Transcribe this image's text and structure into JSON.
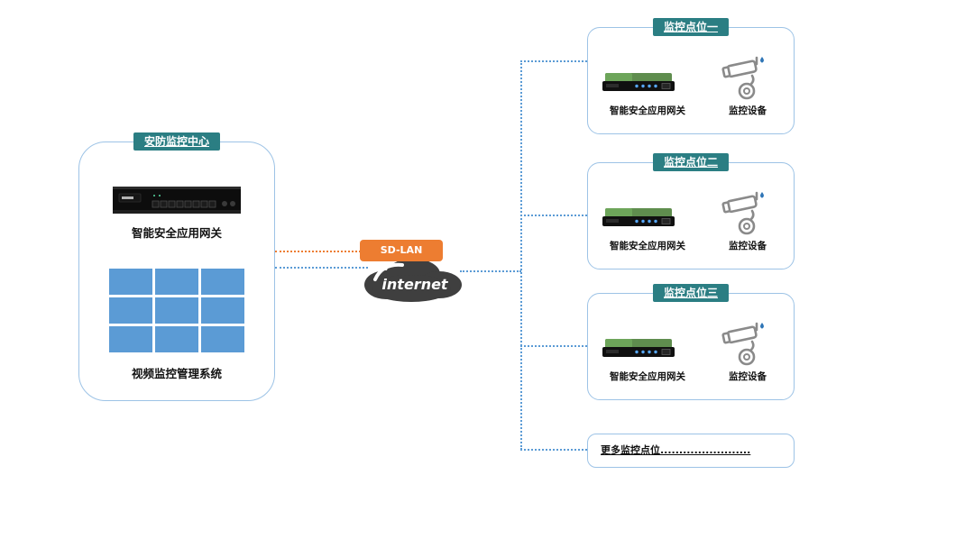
{
  "center": {
    "title": "安防监控中心",
    "gateway_label": "智能安全应用网关",
    "system_label": "视频监控管理系统"
  },
  "network": {
    "sdlan": "SD-LAN",
    "internet": "internet"
  },
  "sites": [
    {
      "title": "监控点位一",
      "gateway_label": "智能安全应用网关",
      "camera_label": "监控设备"
    },
    {
      "title": "监控点位二",
      "gateway_label": "智能安全应用网关",
      "camera_label": "监控设备"
    },
    {
      "title": "监控点位三",
      "gateway_label": "智能安全应用网关",
      "camera_label": "监控设备"
    }
  ],
  "more": {
    "label": "更多监控点位........................"
  },
  "colors": {
    "badge_teal": "#2B7E83",
    "box_border_blue": "#9DC3E6",
    "grid_blue": "#5B9BD5",
    "line_blue": "#5B9BD5",
    "line_orange": "#ED7D31",
    "sdlan_orange": "#ED7D31",
    "cloud_gray": "#3F3F3F"
  }
}
